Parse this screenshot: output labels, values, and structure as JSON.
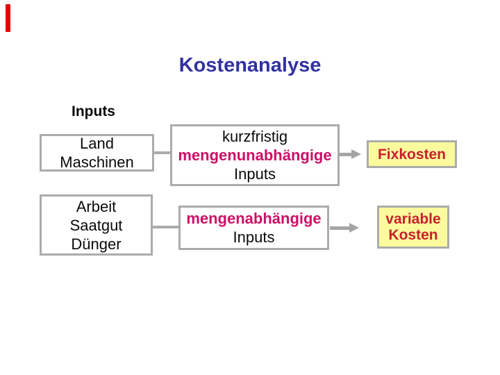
{
  "slide": {
    "title": "Kostenanalyse"
  },
  "diagram": {
    "heading": "Inputs",
    "rows": [
      {
        "input_lines": [
          "Land",
          "Maschinen"
        ],
        "middle_lines": [
          "kurzfristig",
          "mengenunabhängige",
          "Inputs"
        ],
        "result_lines": [
          "Fixkosten"
        ]
      },
      {
        "input_lines": [
          "Arbeit",
          "Saatgut",
          "Dünger"
        ],
        "middle_lines": [
          "mengenabhängige",
          "Inputs"
        ],
        "result_lines": [
          "variable",
          "Kosten"
        ]
      }
    ]
  },
  "colors": {
    "accent_bar_red": "#E60000",
    "title_blue": "#3232A0",
    "emphasis_magenta": "#CC0F66",
    "result_text_red": "#C9202E",
    "result_bg_yellow": "#FBFB9E",
    "box_border_gray": "#ABABAB",
    "arrow_gray": "#A5A5A5"
  }
}
